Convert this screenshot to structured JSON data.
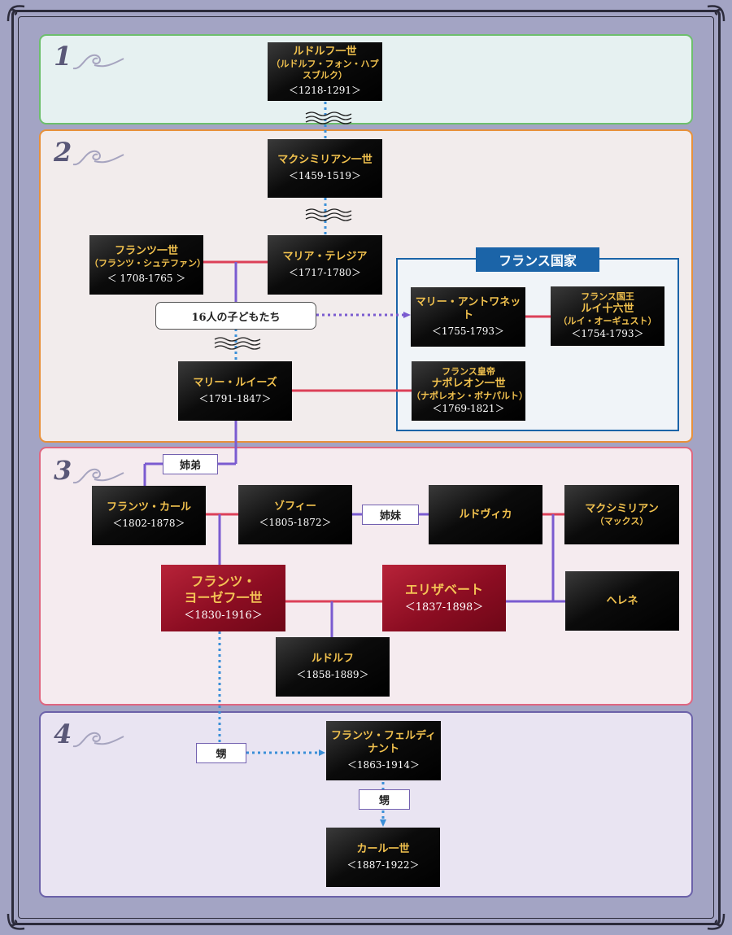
{
  "colors": {
    "background": "#a3a4c4",
    "gen1": "#6dbf6d",
    "gen2": "#e8913a",
    "gen3": "#df6680",
    "gen4": "#6b61a9",
    "spouse_line": "#dc4058",
    "child_line": "#7a5bd0",
    "dotted": "#3a8fd8",
    "france": "#1b64a8",
    "gold_text": "#f2c24e"
  },
  "generations": [
    {
      "num": "1"
    },
    {
      "num": "2"
    },
    {
      "num": "3"
    },
    {
      "num": "4"
    }
  ],
  "people": {
    "rudolf1": {
      "name": "ルドルフ一世",
      "alias": "（ルドルフ・フォン・ハプスブルク）",
      "dates": "＜1218-1291＞"
    },
    "maximilian1": {
      "name": "マクシミリアン一世",
      "dates": "＜1459-1519＞"
    },
    "franz1": {
      "name": "フランツ一世",
      "alias": "（フランツ・シュテファン）",
      "dates": "＜ 1708-1765 ＞"
    },
    "maria_theresia": {
      "name": "マリア・テレジア",
      "dates": "＜1717-1780＞"
    },
    "marie_louise": {
      "name": "マリー・ルイーズ",
      "dates": "＜1791-1847＞"
    },
    "marie_antoinette": {
      "name": "マリー・アントワネット",
      "dates": "＜1755-1793＞"
    },
    "louis16": {
      "title": "フランス国王",
      "name": "ルイ十六世",
      "alias": "（ルイ・オーギュスト）",
      "dates": "＜1754-1793＞"
    },
    "napoleon": {
      "title": "フランス皇帝",
      "name": "ナポレオン一世",
      "alias": "（ナポレオン・ボナパルト）",
      "dates": "＜1769-1821＞"
    },
    "franz_karl": {
      "name": "フランツ・カール",
      "dates": "＜1802-1878＞"
    },
    "sophie": {
      "name": "ゾフィー",
      "dates": "＜1805-1872＞"
    },
    "ludovika": {
      "name": "ルドヴィカ"
    },
    "max": {
      "name": "マクシミリアン",
      "alias": "（マックス）"
    },
    "franz_joseph": {
      "name1": "フランツ・",
      "name2": "ヨーゼフ一世",
      "dates": "＜1830-1916＞"
    },
    "elisabeth": {
      "name": "エリザベート",
      "dates": "＜1837-1898＞"
    },
    "helene": {
      "name": "ヘレネ"
    },
    "rudolf": {
      "name": "ルドルフ",
      "dates": "＜1858-1889＞"
    },
    "franz_ferdinand": {
      "name": "フランツ・フェルディナント",
      "dates": "＜1863-1914＞"
    },
    "karl1": {
      "name": "カール一世",
      "dates": "＜1887-1922＞"
    }
  },
  "labels": {
    "children16": "16人の子どもたち",
    "france_title": "フランス国家",
    "siblings_brother": "姉弟",
    "siblings_sister": "姉妹",
    "nephew1": "甥",
    "nephew2": "甥"
  }
}
